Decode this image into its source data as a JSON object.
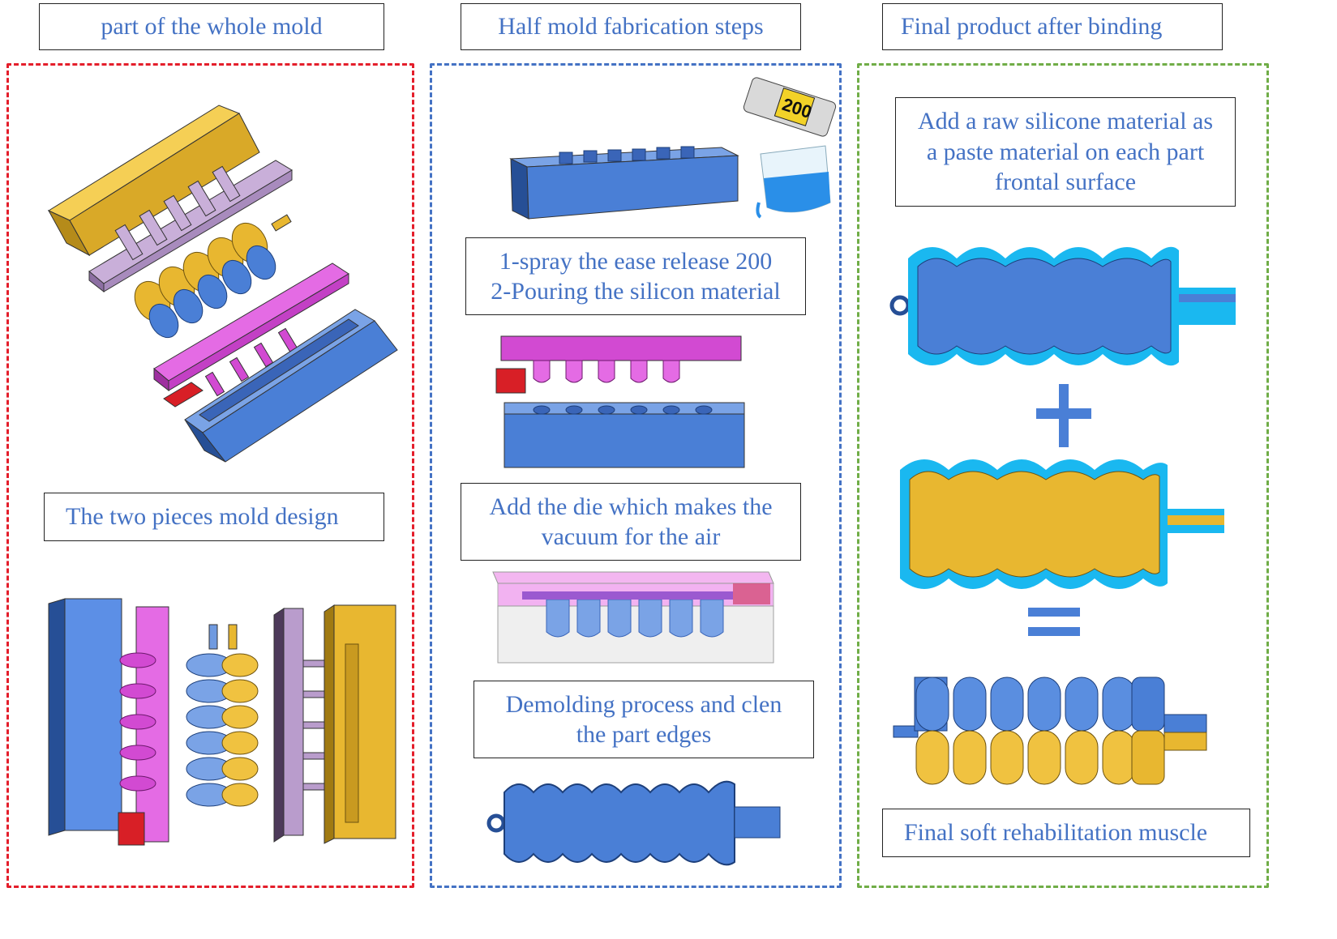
{
  "headers": {
    "left": "part of the whole mold",
    "middle": "Half mold fabrication steps",
    "right": "Final product after binding"
  },
  "left_panel": {
    "design_label": "The two pieces mold design"
  },
  "middle_panel": {
    "step1_line1": "1-spray the ease release 200",
    "step1_line2": "2-Pouring the silicon material",
    "step2": "Add the die which makes the\nvacuum for the air",
    "step3": "Demolding process and clen\nthe part edges",
    "can_label": "200"
  },
  "right_panel": {
    "paste_note": "Add a raw silicone material as\na paste material on each part\nfrontal surface",
    "plus_symbol": "+",
    "equals_symbol": "=",
    "final_label": "Final soft rehabilitation muscle"
  },
  "colors": {
    "left_border": "#e41e2b",
    "middle_border": "#4472c4",
    "right_border": "#70ad47",
    "text_blue": "#4472c4",
    "mold_blue": "#4a7fd6",
    "mold_gold": "#e8b730",
    "mold_magenta": "#d24ad2",
    "mold_lavender": "#b99ccc",
    "cyan_coat": "#1ab8f0",
    "red_die": "#d81f26"
  }
}
